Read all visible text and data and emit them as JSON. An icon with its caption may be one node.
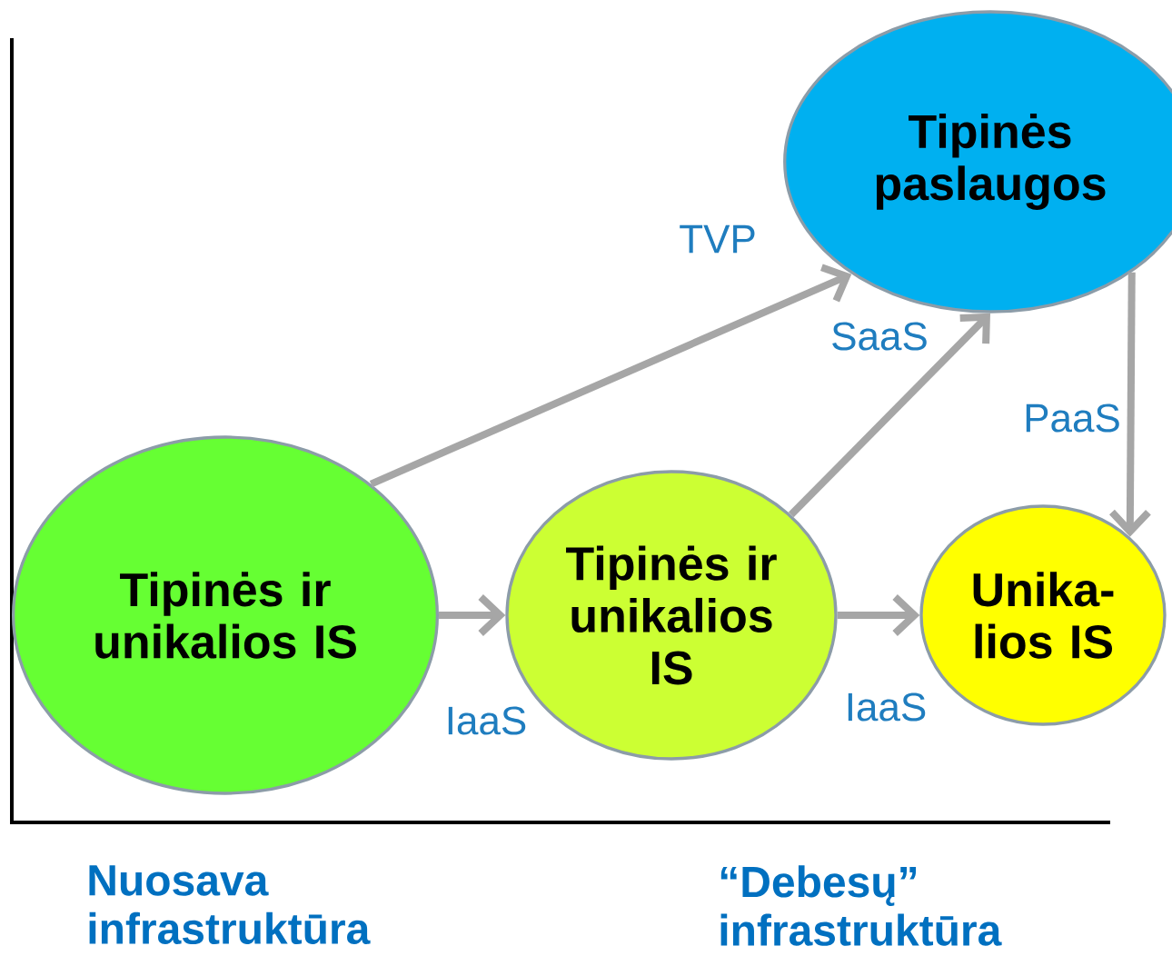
{
  "diagram": {
    "nodes": [
      {
        "text": [
          "Tipinės ir unikalios IS"
        ]
      },
      {
        "text": [
          "Tipinės ir unikalios IS"
        ]
      },
      {
        "text": [
          "Unika- lios IS"
        ]
      },
      {
        "text": [
          "Tipinės paslaugos"
        ]
      }
    ],
    "edges": [
      {
        "from": 0,
        "to": 1,
        "arrow": "to",
        "label": "IaaS"
      },
      {
        "from": 1,
        "to": 2,
        "arrow": "to",
        "label": "IaaS"
      },
      {
        "from": 0,
        "to": 3,
        "arrow": "to",
        "label": "TVP"
      },
      {
        "from": 1,
        "to": 3,
        "arrow": "to",
        "label": "SaaS"
      },
      {
        "from": 3,
        "to": 2,
        "arrow": "to",
        "label": "PaaS"
      }
    ],
    "labels": [
      "Nuosava infrastruktūra",
      "“Debesų” infrastruktūra"
    ]
  }
}
